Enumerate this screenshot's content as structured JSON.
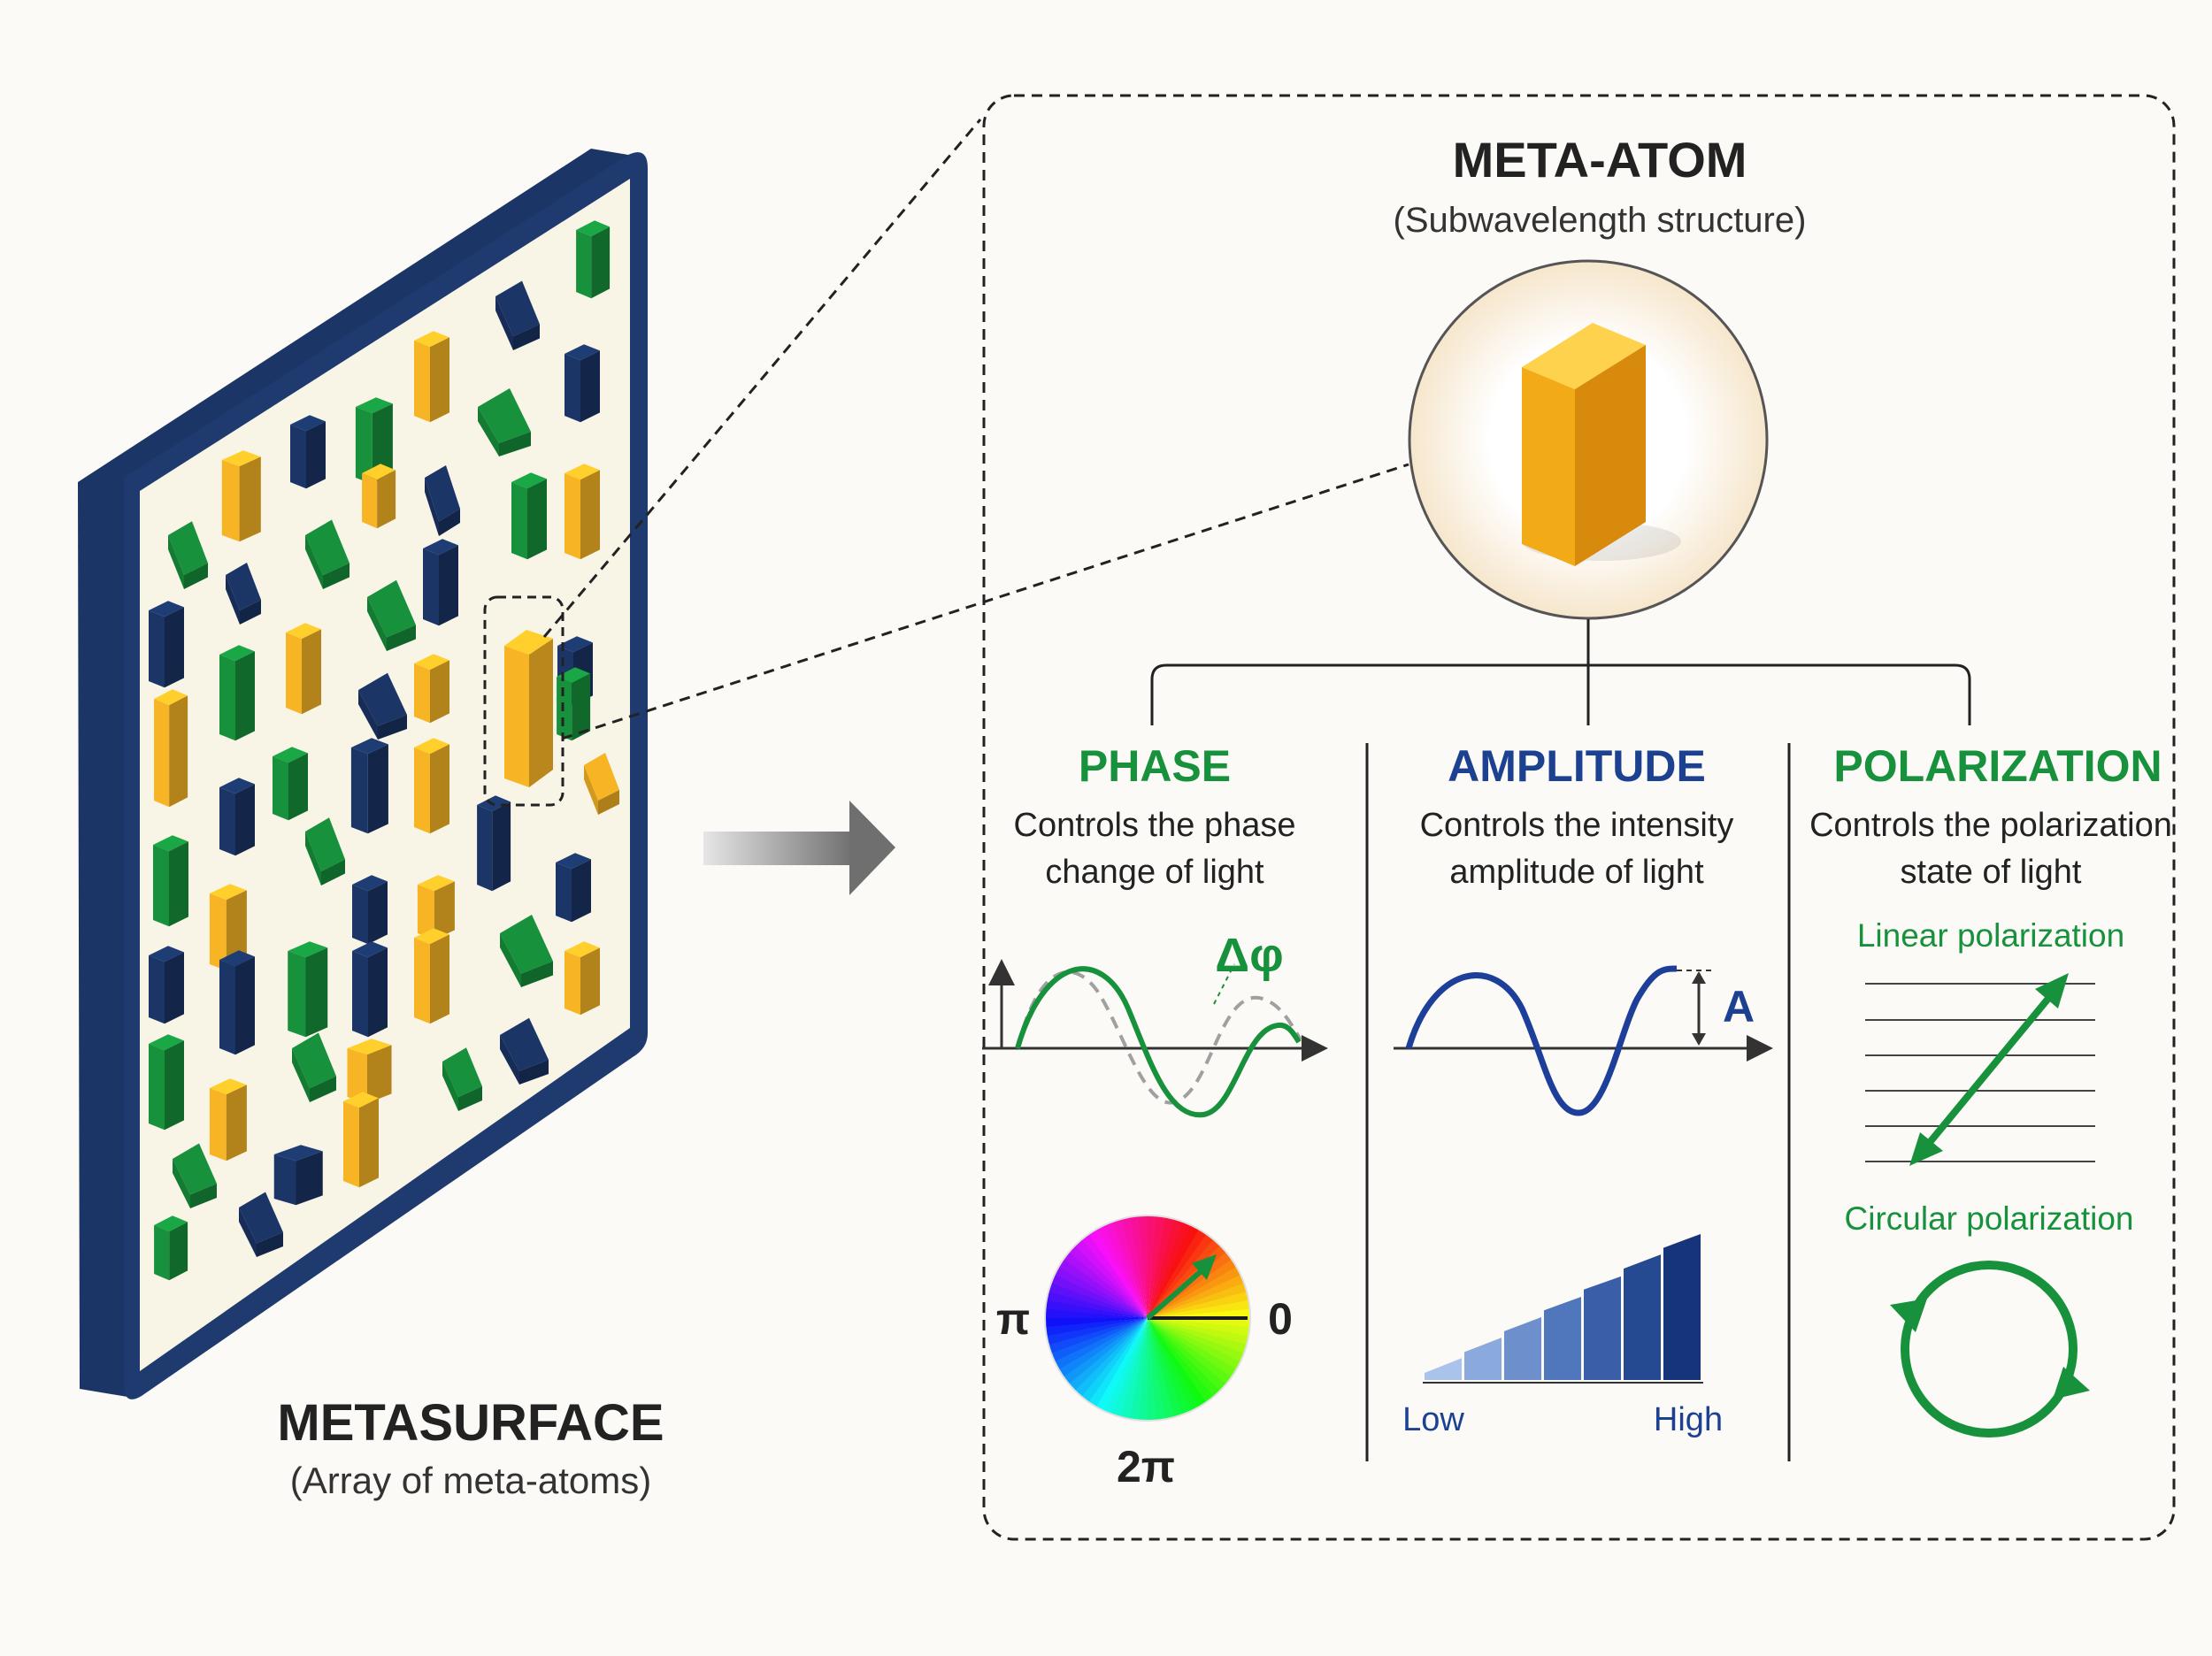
{
  "colors": {
    "background": "#fbfaf6",
    "navy": "#1b3566",
    "green": "#17913c",
    "yellow": "#f7b425",
    "blue_text": "#1d4191",
    "text": "#222222"
  },
  "metasurface": {
    "title": "METASURFACE",
    "subtitle": "(Array of meta-atoms)"
  },
  "meta_atom": {
    "title": "META-ATOM",
    "subtitle": "(Subwavelength structure)"
  },
  "phase": {
    "title": "PHASE",
    "desc_line1": "Controls the phase",
    "desc_line2": "change of light",
    "delta_label": "Δφ",
    "wheel_labels": {
      "left": "π",
      "right": "0",
      "bottom": "2π"
    }
  },
  "amplitude": {
    "title": "AMPLITUDE",
    "desc_line1": "Controls the intensity",
    "desc_line2": "amplitude of light",
    "amp_label": "A",
    "bar_low": "Low",
    "bar_high": "High",
    "bar_levels": [
      0.15,
      0.29,
      0.43,
      0.57,
      0.71,
      0.86,
      1.0
    ]
  },
  "polarization": {
    "title": "POLARIZATION",
    "desc_line1": "Controls the polarization",
    "desc_line2": "state of light",
    "linear_label": "Linear polarization",
    "circular_label": "Circular polarization"
  }
}
